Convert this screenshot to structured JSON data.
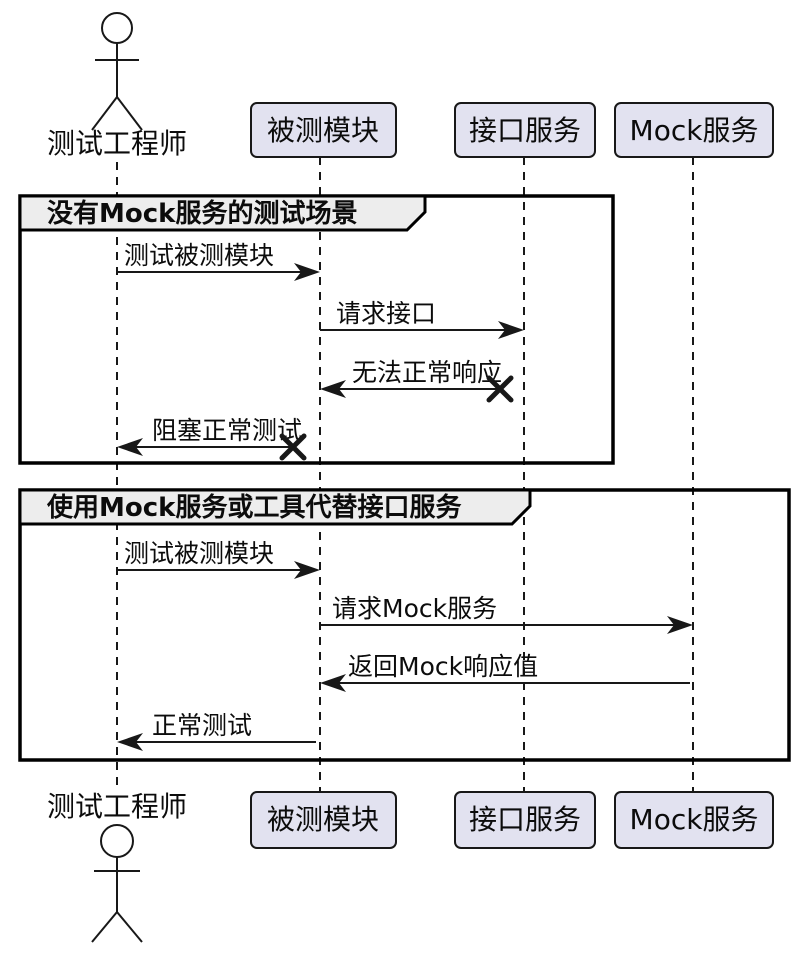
{
  "diagram": {
    "type": "sequence",
    "actor": {
      "name": "测试工程师"
    },
    "participants": [
      {
        "name": "被测模块"
      },
      {
        "name": "接口服务"
      },
      {
        "name": "Mock服务"
      }
    ],
    "frames": [
      {
        "title": "没有Mock服务的测试场景"
      },
      {
        "title": "使用Mock服务或工具代替接口服务"
      }
    ],
    "messages": [
      {
        "label": "测试被测模块",
        "from": "测试工程师",
        "to": "被测模块",
        "lost": false
      },
      {
        "label": "请求接口",
        "from": "被测模块",
        "to": "接口服务",
        "lost": false
      },
      {
        "label": "无法正常响应",
        "from": "接口服务",
        "to": "被测模块",
        "lost": true
      },
      {
        "label": "阻塞正常测试",
        "from": "被测模块",
        "to": "测试工程师",
        "lost": true
      },
      {
        "label": "测试被测模块",
        "from": "测试工程师",
        "to": "被测模块",
        "lost": false
      },
      {
        "label": "请求Mock服务",
        "from": "被测模块",
        "to": "Mock服务",
        "lost": false
      },
      {
        "label": "返回Mock响应值",
        "from": "Mock服务",
        "to": "被测模块",
        "lost": false
      },
      {
        "label": "正常测试",
        "from": "被测模块",
        "to": "测试工程师",
        "lost": false
      }
    ],
    "colors": {
      "participant_fill": "#E2E2F0",
      "frame_label_fill": "#EDEDED",
      "line": "#181818",
      "background": "#FFFFFF"
    }
  }
}
